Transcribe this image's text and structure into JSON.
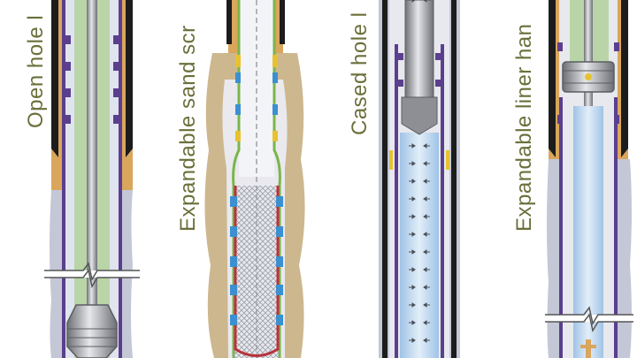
{
  "labels": {
    "open_hole": "Open hole l",
    "sand_screen": "Expandable sand scr",
    "cased_hole": "Cased hole l",
    "liner_hanger": "Expandable liner han"
  },
  "colors": {
    "label_text": "#6b6f3a",
    "formation_grey": "#c3c7d6",
    "cement_orange": "#d9a65c",
    "casing_black": "#1c1c1c",
    "liner_purple": "#5b3f8e",
    "tubing_green": "#b9d5a8",
    "bore_blue": "#c9ddef",
    "sand_tan": "#cdb78e",
    "rubber_red": "#b8323a",
    "seal_blue": "#3c8fd0",
    "seal_yellow": "#e7c230",
    "seal_green": "#7ab54a",
    "steel_grey": "#8d8f94"
  },
  "icons": {
    "break_mark": "zigzag-break-icon",
    "flow_arrow": "flow-arrow-icon"
  }
}
